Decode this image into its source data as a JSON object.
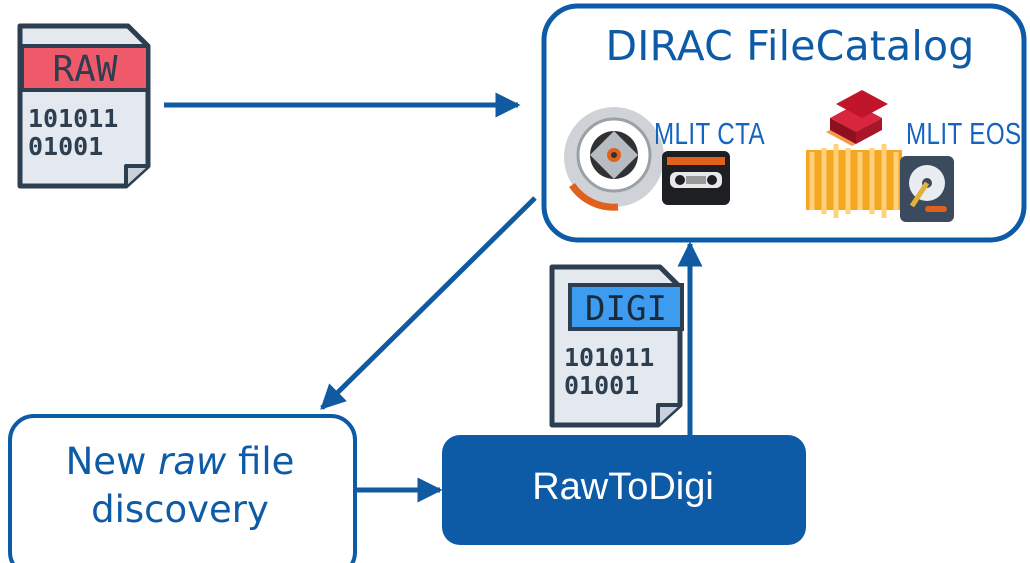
{
  "catalog": {
    "title": "DIRAC FileCatalog"
  },
  "storage": [
    {
      "label": "MLIT CTA",
      "icon": "tape-reel-cassette-icon"
    },
    {
      "label": "MLIT EOS",
      "icon": "disk-cluster-hdd-icon"
    }
  ],
  "raw_file": {
    "tag": "RAW",
    "line1": "101011",
    "line2": "01001",
    "tag_color": "#ef5a6a"
  },
  "digi_file": {
    "tag": "DIGI",
    "line1": "101011",
    "line2": "01001",
    "tag_color": "#3d9cf0"
  },
  "discovery": {
    "line1_prefix": "New ",
    "line1_italic": "raw",
    "line1_suffix": " file",
    "line2": "discovery"
  },
  "rawtodigi": {
    "label": "RawToDigi"
  },
  "colors": {
    "primary": "#0d5aa7",
    "arrow": "#0f5aa0",
    "white": "#ffffff"
  }
}
